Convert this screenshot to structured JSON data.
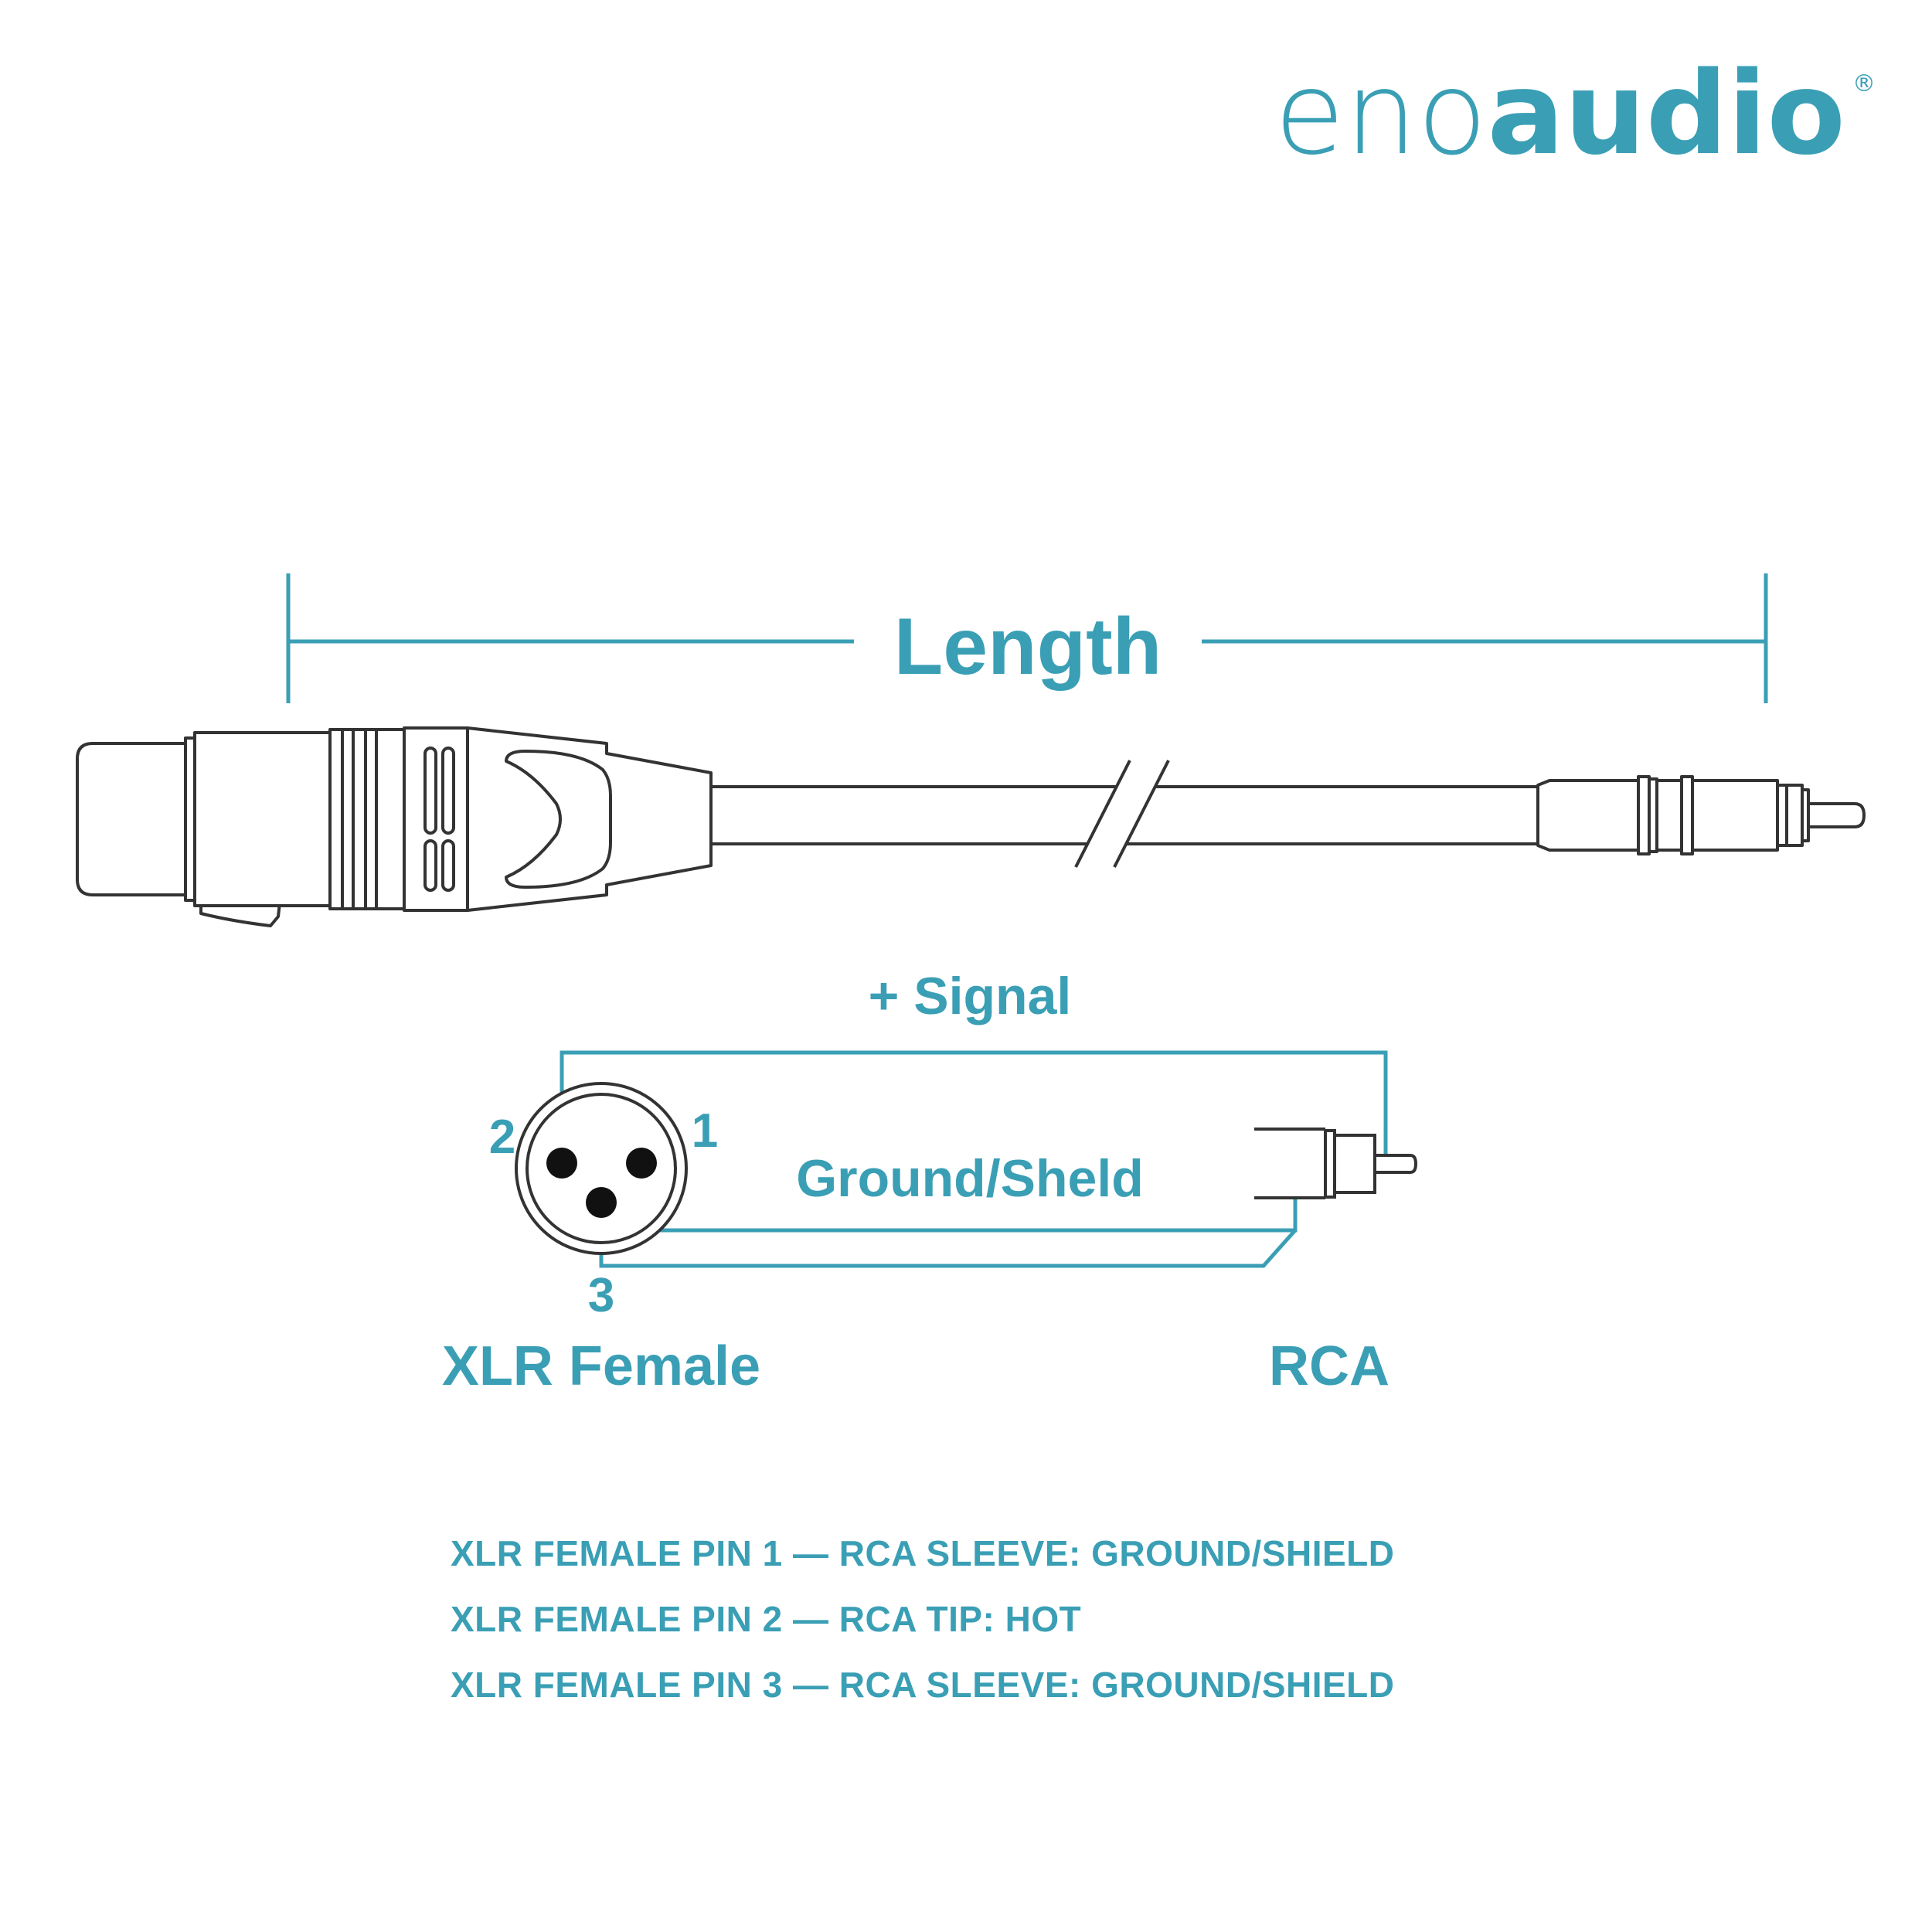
{
  "colors": {
    "accent": "#3a9fb5",
    "outline": "#333333"
  },
  "logo": {
    "light": "eno",
    "bold": "audio",
    "mark": "®"
  },
  "dimension": {
    "label": "Length"
  },
  "signal_label": "+ Signal",
  "ground_label": "Ground/Sheld",
  "pins": {
    "p1": "1",
    "p2": "2",
    "p3": "3"
  },
  "connectors": {
    "left": "XLR Female",
    "right": "RCA"
  },
  "wiring": [
    "XLR FEMALE PIN 1 — RCA SLEEVE: GROUND/SHIELD",
    "XLR FEMALE PIN 2 — RCA TIP: HOT",
    "XLR FEMALE PIN 3 — RCA SLEEVE: GROUND/SHIELD"
  ],
  "icons": [
    "xlr-female-connector-icon",
    "rca-connector-icon",
    "xlr-pin-face-icon",
    "rca-plug-icon"
  ]
}
